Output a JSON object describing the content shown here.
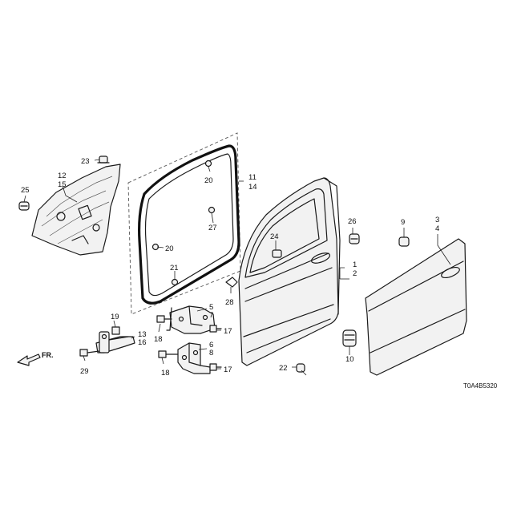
{
  "diagram_code": "T0A4B5320",
  "direction_label": "FR.",
  "callouts": {
    "c1": "1",
    "c2": "2",
    "c3": "3",
    "c4": "4",
    "c5": "5",
    "c6": "6",
    "c7": "7",
    "c8": "8",
    "c9": "9",
    "c10": "10",
    "c11": "11",
    "c12": "12",
    "c13": "13",
    "c14": "14",
    "c15": "15",
    "c16": "16",
    "c17": "17",
    "c18": "18",
    "c19": "19",
    "c20": "20",
    "c21": "21",
    "c22": "22",
    "c23": "23",
    "c24": "24",
    "c25": "25",
    "c26": "26",
    "c27": "27",
    "c28": "28",
    "c29": "29"
  }
}
